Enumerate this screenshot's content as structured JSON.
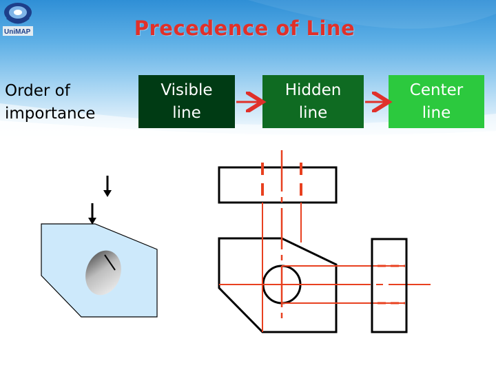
{
  "slide": {
    "title": "Precedence of Line",
    "order_label": "Order  of importance",
    "boxes": [
      {
        "label": "Visible line",
        "color": "#003b14"
      },
      {
        "label": "Hidden line",
        "color": "#0f6b22"
      },
      {
        "label": "Center line",
        "color": "#2cc93e"
      }
    ]
  },
  "colors": {
    "title": "#e0302a",
    "arrow": "#e0302a",
    "center_hidden_lines": "#e8401f",
    "object_fill": "#cde9fb",
    "visible_line": "#000000"
  },
  "logo": {
    "icon": "unimap-logo-icon"
  }
}
